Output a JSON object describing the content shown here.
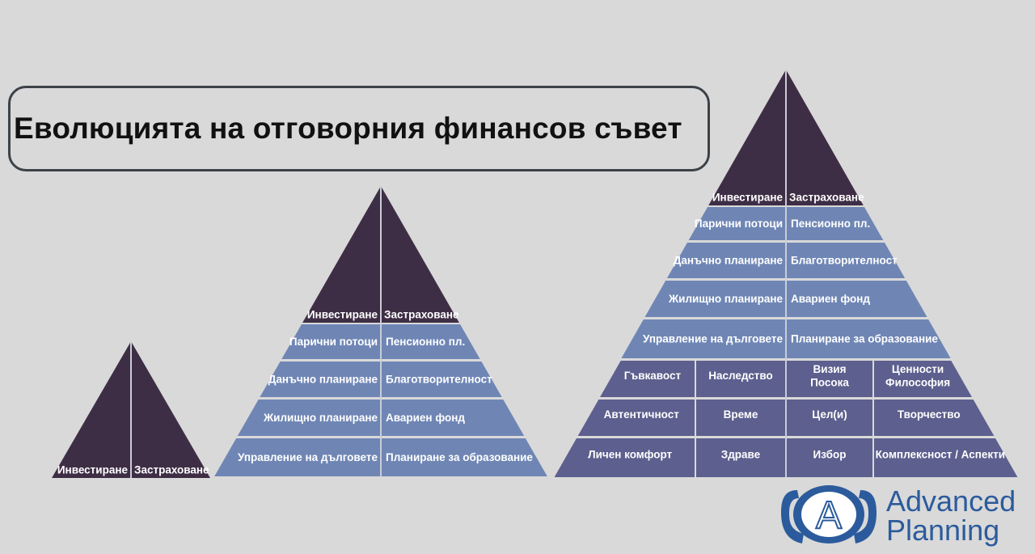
{
  "title": "Еволюцията на отговорния финансов съвет",
  "colors": {
    "apex": "#3e2e45",
    "band": "#6f86b5",
    "band_dark": "#5d5f8e",
    "divider": "#c9cdd6",
    "background": "#d9d9d9"
  },
  "pyramids": [
    {
      "name": "pyramid-small",
      "apex": {
        "left": "Инвестиране",
        "right": "Застраховане"
      },
      "bands": []
    },
    {
      "name": "pyramid-medium",
      "apex": {
        "left": "Инвестиране",
        "right": "Застраховане"
      },
      "bands": [
        {
          "left": "Парични потоци",
          "right": "Пенсионно пл."
        },
        {
          "left": "Данъчно планиране",
          "right": "Благотворителност"
        },
        {
          "left": "Жилищно планиране",
          "right": "Авариен фонд"
        },
        {
          "left": "Управление на дълговете",
          "right": "Планиране за образование"
        }
      ]
    },
    {
      "name": "pyramid-large",
      "apex": {
        "left": "Инвестиране",
        "right": "Застраховане"
      },
      "bands": [
        {
          "left": "Парични потоци",
          "right": "Пенсионно пл."
        },
        {
          "left": "Данъчно планиране",
          "right": "Благотворителност"
        },
        {
          "left": "Жилищно планиране",
          "right": "Авариен фонд"
        },
        {
          "left": "Управление на дълговете",
          "right": "Планиране за образование"
        }
      ],
      "grid_rows": [
        [
          "Гъвкавост",
          "Наследство",
          "Визия\nПосока",
          "Ценности\nФилософия"
        ],
        [
          "Автентичност",
          "Време",
          "Цел(и)",
          "Творчество"
        ],
        [
          "Личен комфорт",
          "Здраве",
          "Избор",
          "Комплексност / Аспекти"
        ]
      ]
    }
  ],
  "logo": {
    "icon": "advanced-planning-logo-icon",
    "letter": "A",
    "line1": "Advanced",
    "line2": "Planning",
    "color": "#2b5b9c"
  }
}
